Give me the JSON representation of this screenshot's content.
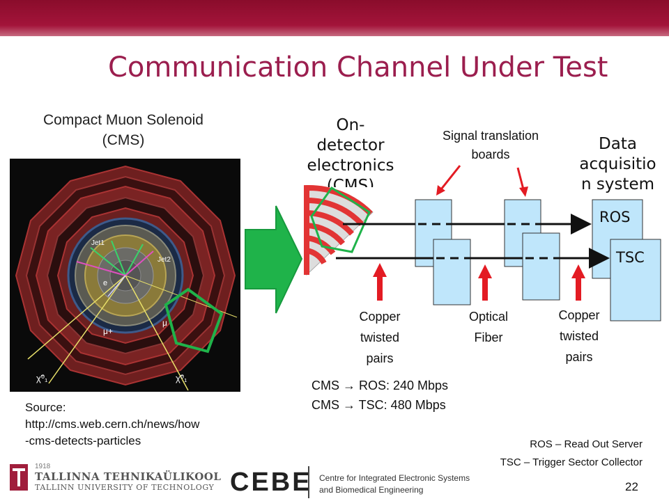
{
  "slide": {
    "title": "Communication Channel Under Test",
    "page_number": "22"
  },
  "left": {
    "cms_label_line1": "Compact Muon Solenoid",
    "cms_label_line2": "(CMS)",
    "image_labels": [
      "Jet1",
      "Jet2",
      "μ",
      "μ+",
      "e",
      "χ̃⁰₁",
      "χ̃⁰₁"
    ],
    "source_line1": "Source:",
    "source_line2": "http://cms.web.cern.ch/news/how",
    "source_line3": "-cms-detects-particles"
  },
  "diagram": {
    "on_detector_label": [
      "On-",
      "detector",
      "electronics",
      "(CMS)"
    ],
    "signal_translation_label": [
      "Signal translation",
      "boards"
    ],
    "data_acquisition_label": [
      "Data",
      "acquisitio",
      "n system"
    ],
    "ros_box": "ROS",
    "tsc_box": "TSC",
    "copper_left": [
      "Copper",
      "twisted",
      "pairs"
    ],
    "optical": [
      "Optical",
      "Fiber"
    ],
    "copper_right": [
      "Copper",
      "twisted",
      "pairs"
    ],
    "rates": [
      "CMS  → ROS: 240 Mbps",
      "CMS  → TSC: 480 Mbps"
    ],
    "legend": [
      "ROS – Read Out Server",
      "TSC – Trigger Sector Collector"
    ]
  },
  "footer": {
    "since": "1918",
    "university_et": "TALLINNA TEHNIKAÜLIKOOL",
    "university_en": "TALLINN UNIVERSITY OF TECHNOLOGY",
    "cebe": "CEBE",
    "cebe_desc_line1": "Centre for Integrated Electronic Systems",
    "cebe_desc_line2": "and Biomedical Engineering"
  },
  "colors": {
    "header": "#8a0c2b",
    "title": "#9b1e4e",
    "arrow_green": "#1fb34a",
    "red": "#e31b23",
    "board_blue": "#bfe6fb"
  }
}
